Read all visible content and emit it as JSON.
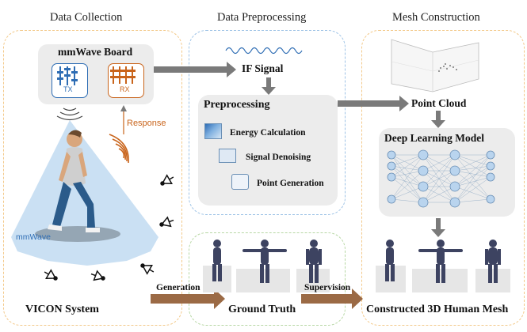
{
  "headers": {
    "data_collection": "Data Collection",
    "data_preprocessing": "Data Preprocessing",
    "mesh_construction": "Mesh Construction"
  },
  "collection": {
    "board_title": "mmWave Board",
    "tx_label": "TX",
    "rx_label": "RX",
    "response_label": "Response",
    "mmwave_label": "mmWave",
    "vicon_label": "VICON System"
  },
  "preprocessing": {
    "if_signal": "IF Signal",
    "title": "Preprocessing",
    "steps": [
      "Energy Calculation",
      "Signal Denoising",
      "Point Generation"
    ]
  },
  "mesh": {
    "point_cloud": "Point Cloud",
    "model": "Deep Learning Model",
    "output": "Constructed 3D Human Mesh"
  },
  "bottom": {
    "generation": "Generation",
    "ground_truth": "Ground Truth",
    "supervision": "Supervision"
  },
  "colors": {
    "panel_orange": "#f3c98a",
    "panel_blue": "#9ec3e6",
    "panel_green": "#b7d7a4",
    "tx_blue": "#2e6db4",
    "rx_orange": "#c9641b",
    "arrow_grey": "#7a7a7a",
    "arrow_brown": "#9b6a45",
    "nn_node": "#b9d4ee"
  }
}
